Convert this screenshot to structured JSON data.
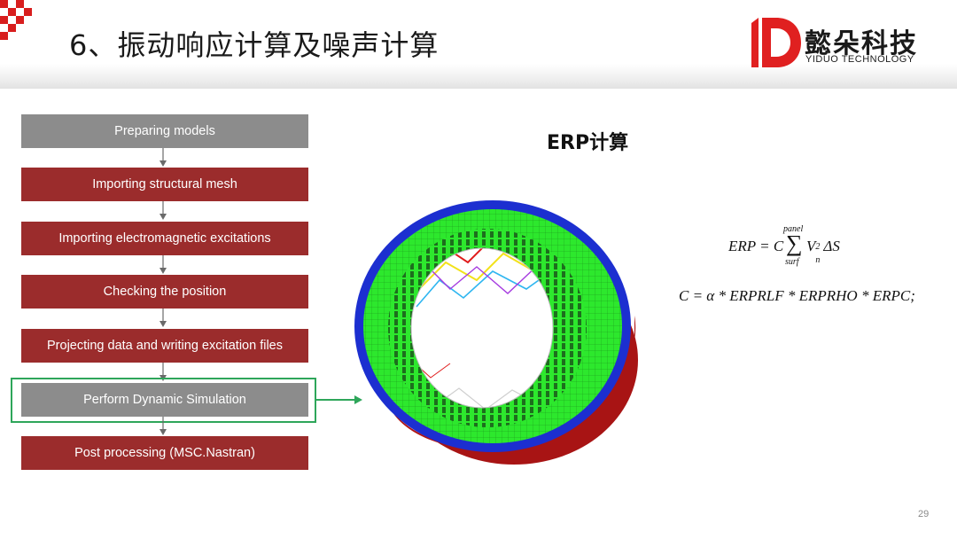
{
  "slide": {
    "title": "6、振动响应计算及噪声计算",
    "page_number": "29"
  },
  "brand": {
    "name_cn": "懿朵科技",
    "name_en": "YIDUO TECHNOLOGY",
    "color": "#e02020"
  },
  "flowchart": {
    "steps": [
      {
        "label": "Preparing models",
        "style": "gray"
      },
      {
        "label": "Importing structural mesh",
        "style": "red"
      },
      {
        "label": "Importing electromagnetic excitations",
        "style": "red"
      },
      {
        "label": "Checking the position",
        "style": "red"
      },
      {
        "label": "Projecting data and writing excitation files",
        "style": "red"
      },
      {
        "label": "Perform Dynamic Simulation",
        "style": "gray",
        "highlighted": true
      },
      {
        "label": "Post processing (MSC.Nastran)",
        "style": "red"
      }
    ],
    "colors": {
      "gray": "#8c8c8c",
      "red": "#9b2c2c",
      "highlight": "#2ea65a"
    }
  },
  "erp": {
    "title": "ERP计算",
    "formula1_lhs": "ERP = C",
    "sum_top": "panel",
    "sum_sign": "∑",
    "sum_bottom": "surf",
    "formula1_rhs": "V",
    "formula1_sub": "n",
    "formula1_sup": "2",
    "formula1_tail": "ΔS",
    "formula2": "C = α * ERPRLF * ERPRHO * ERPC;"
  },
  "model_image": {
    "subject": "stator-ring-mesh-model",
    "colors": {
      "outer_band": "#1c2fd0",
      "teeth": "#2de82d",
      "casing": "#b01616"
    }
  }
}
